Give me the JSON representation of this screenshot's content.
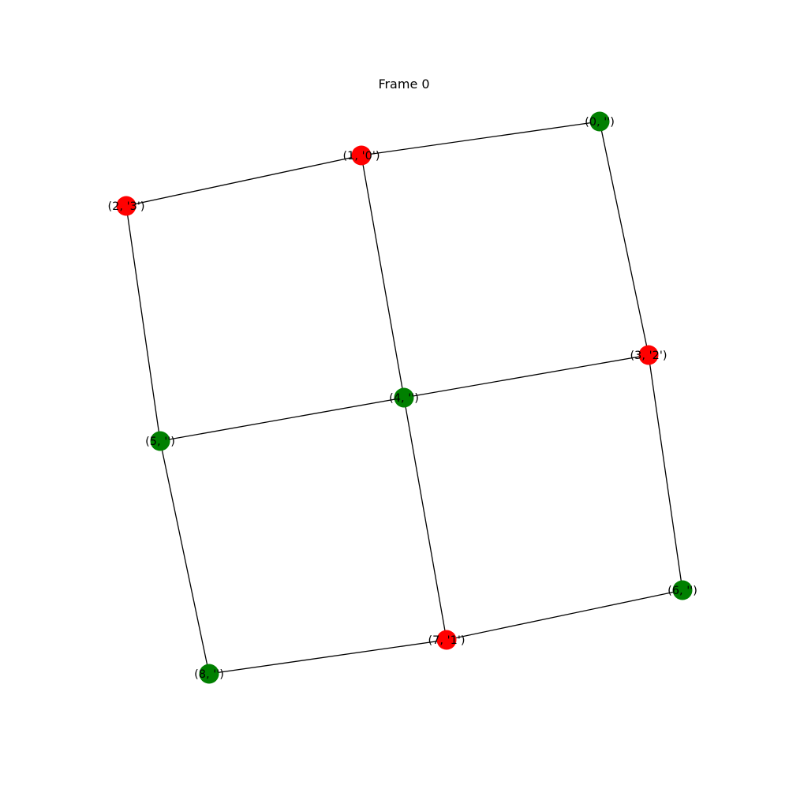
{
  "title": "Frame 0",
  "colors": {
    "red": "#ff0000",
    "green": "#008000",
    "edge": "#000000",
    "background": "#ffffff"
  },
  "nodes": [
    {
      "id": "0",
      "label": "(0, '')",
      "color": "green"
    },
    {
      "id": "1",
      "label": "(1, '0')",
      "color": "red"
    },
    {
      "id": "2",
      "label": "(2, '3')",
      "color": "red"
    },
    {
      "id": "3",
      "label": "(3, '2')",
      "color": "red"
    },
    {
      "id": "4",
      "label": "(4, '')",
      "color": "green"
    },
    {
      "id": "5",
      "label": "(5, '')",
      "color": "green"
    },
    {
      "id": "6",
      "label": "(6, '')",
      "color": "green"
    },
    {
      "id": "7",
      "label": "(7, '1')",
      "color": "red"
    },
    {
      "id": "8",
      "label": "(8, '')",
      "color": "green"
    }
  ],
  "edges": [
    [
      "0",
      "1"
    ],
    [
      "1",
      "2"
    ],
    [
      "0",
      "3"
    ],
    [
      "1",
      "4"
    ],
    [
      "2",
      "5"
    ],
    [
      "3",
      "4"
    ],
    [
      "4",
      "5"
    ],
    [
      "3",
      "6"
    ],
    [
      "4",
      "7"
    ],
    [
      "5",
      "8"
    ],
    [
      "6",
      "7"
    ],
    [
      "7",
      "8"
    ]
  ]
}
